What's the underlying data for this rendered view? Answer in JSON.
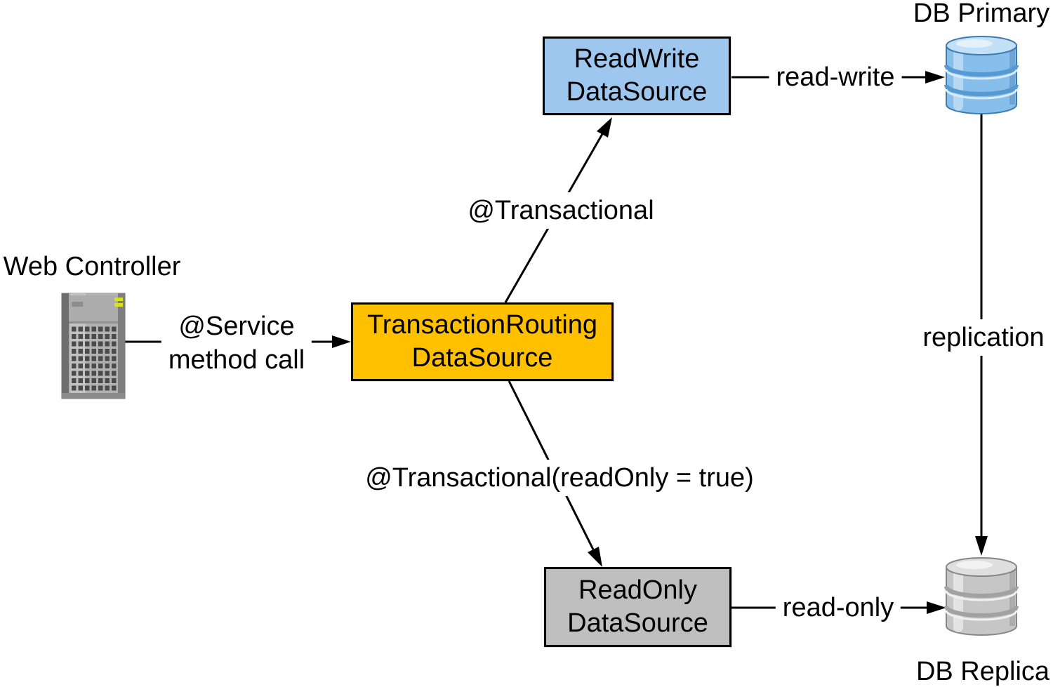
{
  "nodes": {
    "web_controller": {
      "label": "Web Controller",
      "icon": "server-icon"
    },
    "routing_datasource": {
      "line1": "TransactionRouting",
      "line2": "DataSource",
      "fill": "#FFC000"
    },
    "readwrite_datasource": {
      "line1": "ReadWrite",
      "line2": "DataSource",
      "fill": "#9EC7F0"
    },
    "readonly_datasource": {
      "line1": "ReadOnly",
      "line2": "DataSource",
      "fill": "#BFBFBF"
    },
    "db_primary": {
      "label": "DB Primary",
      "icon": "database-icon",
      "body_fill": "#86BEEC",
      "top_fill": "#C2E0F7",
      "stroke": "#3C7AB0",
      "groove": "#569AD3",
      "groove_light": "#D8ECFB"
    },
    "db_replica": {
      "label": "DB Replica",
      "icon": "database-icon",
      "body_fill": "#C6C6C6",
      "top_fill": "#DFDFDF",
      "stroke": "#868686",
      "groove": "#A2A2A2",
      "groove_light": "#F0F0F0"
    }
  },
  "edges": {
    "service_call": {
      "from": "web_controller",
      "to": "routing_datasource",
      "label_line1": "@Service",
      "label_line2": "method call"
    },
    "transactional": {
      "from": "routing_datasource",
      "to": "readwrite_datasource",
      "label": "@Transactional"
    },
    "transactional_readonly": {
      "from": "routing_datasource",
      "to": "readonly_datasource",
      "label": "@Transactional(readOnly = true)"
    },
    "read_write": {
      "from": "readwrite_datasource",
      "to": "db_primary",
      "label": "read-write"
    },
    "read_only": {
      "from": "readonly_datasource",
      "to": "db_replica",
      "label": "read-only"
    },
    "replication": {
      "from": "db_primary",
      "to": "db_replica",
      "label": "replication"
    }
  },
  "colors": {
    "background": "#FFFFFF",
    "connector": "#000000",
    "box_border": "#000000",
    "text": "#000000",
    "routing_fill": "#FFC000",
    "readwrite_fill": "#9EC7F0",
    "readonly_fill": "#BFBFBF",
    "server_body": "#A9A9A9",
    "server_led": "#D9E021"
  }
}
